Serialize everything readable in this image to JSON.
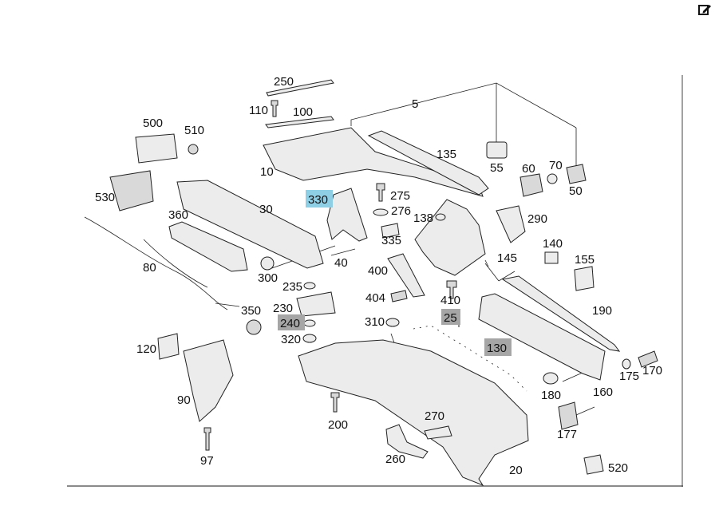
{
  "toolbar": {
    "edit_icon": "edit-icon"
  },
  "diagram": {
    "highlight_colors": {
      "selected": "#8fcfe6",
      "marked": "#a6a6a6"
    },
    "labels": {
      "p5": "5",
      "p10": "10",
      "p20": "20",
      "p25": "25",
      "p30": "30",
      "p40": "40",
      "p50": "50",
      "p55": "55",
      "p60": "60",
      "p70": "70",
      "p80": "80",
      "p90": "90",
      "p97": "97",
      "p100": "100",
      "p110": "110",
      "p120": "120",
      "p130": "130",
      "p135": "135",
      "p138": "138",
      "p140": "140",
      "p145": "145",
      "p155": "155",
      "p160": "160",
      "p170": "170",
      "p175": "175",
      "p177": "177",
      "p180": "180",
      "p190": "190",
      "p200": "200",
      "p230": "230",
      "p235": "235",
      "p240": "240",
      "p250": "250",
      "p260": "260",
      "p270": "270",
      "p275": "275",
      "p276": "276",
      "p290": "290",
      "p300": "300",
      "p310": "310",
      "p320": "320",
      "p330": "330",
      "p335": "335",
      "p350": "350",
      "p360": "360",
      "p400": "400",
      "p404": "404",
      "p410": "410",
      "p500": "500",
      "p510": "510",
      "p520": "520",
      "p530": "530"
    }
  }
}
